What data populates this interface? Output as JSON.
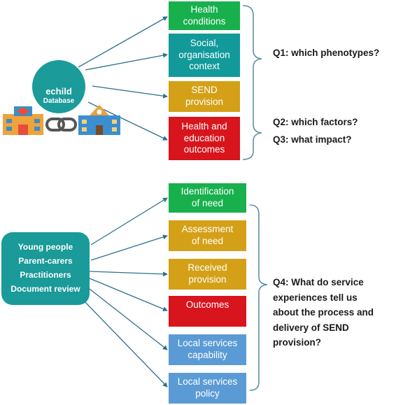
{
  "colors": {
    "green": "#18b04d",
    "teal": "#119a99",
    "gold": "#d4a017",
    "red": "#d8141c",
    "blue": "#5b9bd5",
    "edge": "#2e6f8e",
    "bracket": "#5b90a8"
  },
  "logo": {
    "name": "echild",
    "subtitle": "Database"
  },
  "icons": [
    "hospital-icon",
    "chain-link-icon",
    "school-icon",
    "family-icon"
  ],
  "top_boxes": [
    {
      "label": "Health\nconditions",
      "color": "green"
    },
    {
      "label": "Social,\norganisation\ncontext",
      "color": "teal"
    },
    {
      "label": "SEND\nprovision",
      "color": "gold"
    },
    {
      "label": "Health and\neducation\noutcomes",
      "color": "red"
    }
  ],
  "questions": {
    "q1": "Q1: which phenotypes?",
    "q2": "Q2: which factors?",
    "q3": "Q3: what impact?",
    "q4": "Q4: What do service\nexperiences tell  us\nabout the process and\ndelivery of SEND\nprovision?"
  },
  "sources": [
    "Young people",
    "Parent-carers",
    "Practitioners",
    "Document review"
  ],
  "bottom_boxes": [
    {
      "label": "Identification\nof need",
      "color": "green"
    },
    {
      "label": "Assessment\nof need",
      "color": "gold"
    },
    {
      "label": "Received\nprovision",
      "color": "gold"
    },
    {
      "label": "Outcomes",
      "color": "red"
    },
    {
      "label": "Local services\ncapability",
      "color": "blue"
    },
    {
      "label": "Local services\npolicy",
      "color": "blue"
    }
  ]
}
